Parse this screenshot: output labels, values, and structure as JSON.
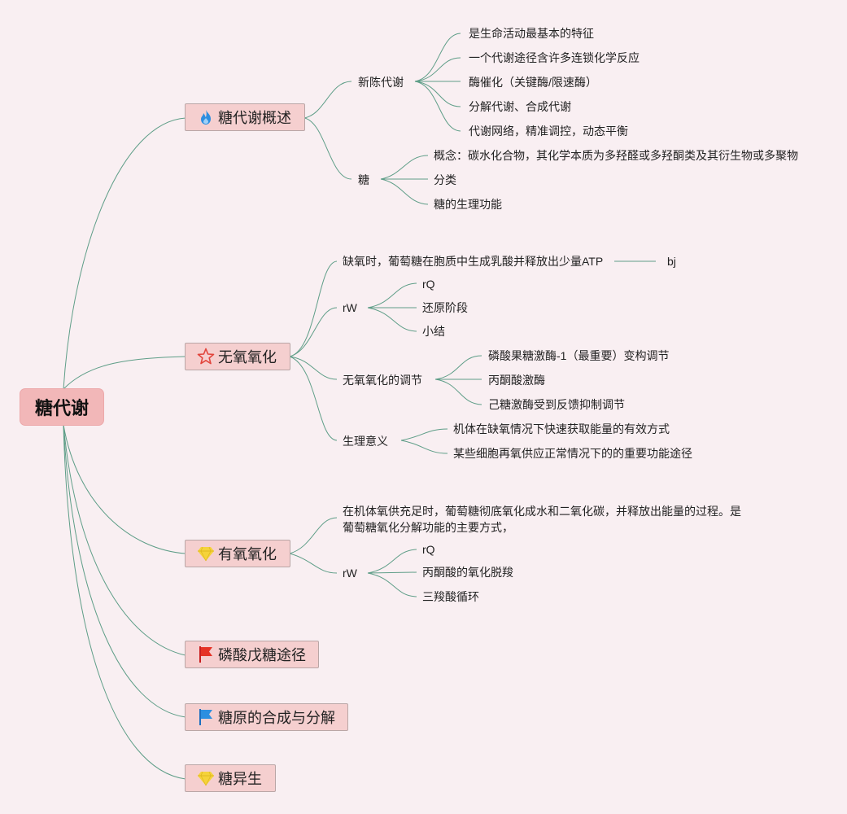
{
  "root": {
    "label": "糖代谢"
  },
  "branches": {
    "overview": {
      "label": "糖代谢概述",
      "icon": "fire-icon",
      "metabolism": {
        "label": "新陈代谢",
        "items": [
          "是生命活动最基本的特征",
          "一个代谢途径含许多连锁化学反应",
          "酶催化（关键酶/限速酶）",
          "分解代谢、合成代谢",
          "代谢网络，精准调控，动态平衡"
        ]
      },
      "sugar": {
        "label": "糖",
        "items": [
          "概念：碳水化合物，其化学本质为多羟醛或多羟酮类及其衍生物或多聚物",
          "分类",
          "糖的生理功能"
        ]
      }
    },
    "anaerobic": {
      "label": "无氧氧化",
      "icon": "star-icon",
      "definition": "缺氧时，葡萄糖在胞质中生成乳酸并释放出少量ATP",
      "definition_child": "bj",
      "rw": {
        "label": "rW",
        "items": [
          "rQ",
          "还原阶段",
          "小结"
        ]
      },
      "regulation": {
        "label": "无氧氧化的调节",
        "items": [
          "磷酸果糖激酶-1（最重要）变构调节",
          "丙酮酸激酶",
          "己糖激酶受到反馈抑制调节"
        ]
      },
      "significance": {
        "label": "生理意义",
        "items": [
          "机体在缺氧情况下快速获取能量的有效方式",
          "某些细胞再氧供应正常情况下的的重要功能途径"
        ]
      }
    },
    "aerobic": {
      "label": "有氧氧化",
      "icon": "diamond-icon",
      "definition_line1": "在机体氧供充足时，葡萄糖彻底氧化成水和二氧化碳，并释放出能量的过程。是",
      "definition_line2": "葡萄糖氧化分解功能的主要方式，",
      "rw": {
        "label": "rW",
        "items": [
          "rQ",
          "丙酮酸的氧化脱羧",
          "三羧酸循环"
        ]
      }
    },
    "pentose": {
      "label": "磷酸戊糖途径",
      "icon": "red-flag-icon"
    },
    "glycogen": {
      "label": "糖原的合成与分解",
      "icon": "blue-flag-icon"
    },
    "gluconeo": {
      "label": "糖异生",
      "icon": "diamond-icon"
    }
  },
  "colors": {
    "line": "#5f9e88",
    "root_bg": "#f2b7b8",
    "branch_bg": "#f5cfcf",
    "background": "#f9eff2"
  }
}
